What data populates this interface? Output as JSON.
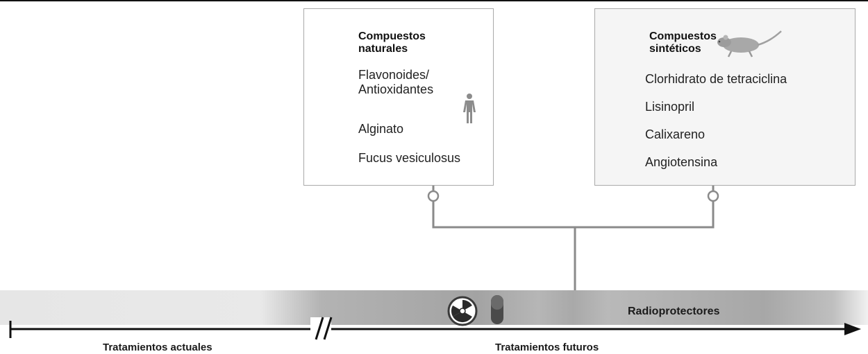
{
  "natural_box": {
    "title": "Compuestos naturales",
    "icon": "human-figure-icon",
    "items": [
      "Flavonoides/ Antioxidantes",
      "Alginato",
      "Fucus vesiculosus"
    ]
  },
  "synthetic_box": {
    "title": "Compuestos sintéticos",
    "icon": "rat-icon",
    "items": [
      "Clorhidrato de tetraciclina",
      "Lisinopril",
      "Calixareno",
      "Angiotensina"
    ]
  },
  "band": {
    "label": "Radioprotectores",
    "icons": [
      "radiation-hazard-icon",
      "capsule-icon"
    ]
  },
  "timeline": {
    "current_label": "Tratamientos actuales",
    "future_label": "Tratamientos futuros"
  }
}
